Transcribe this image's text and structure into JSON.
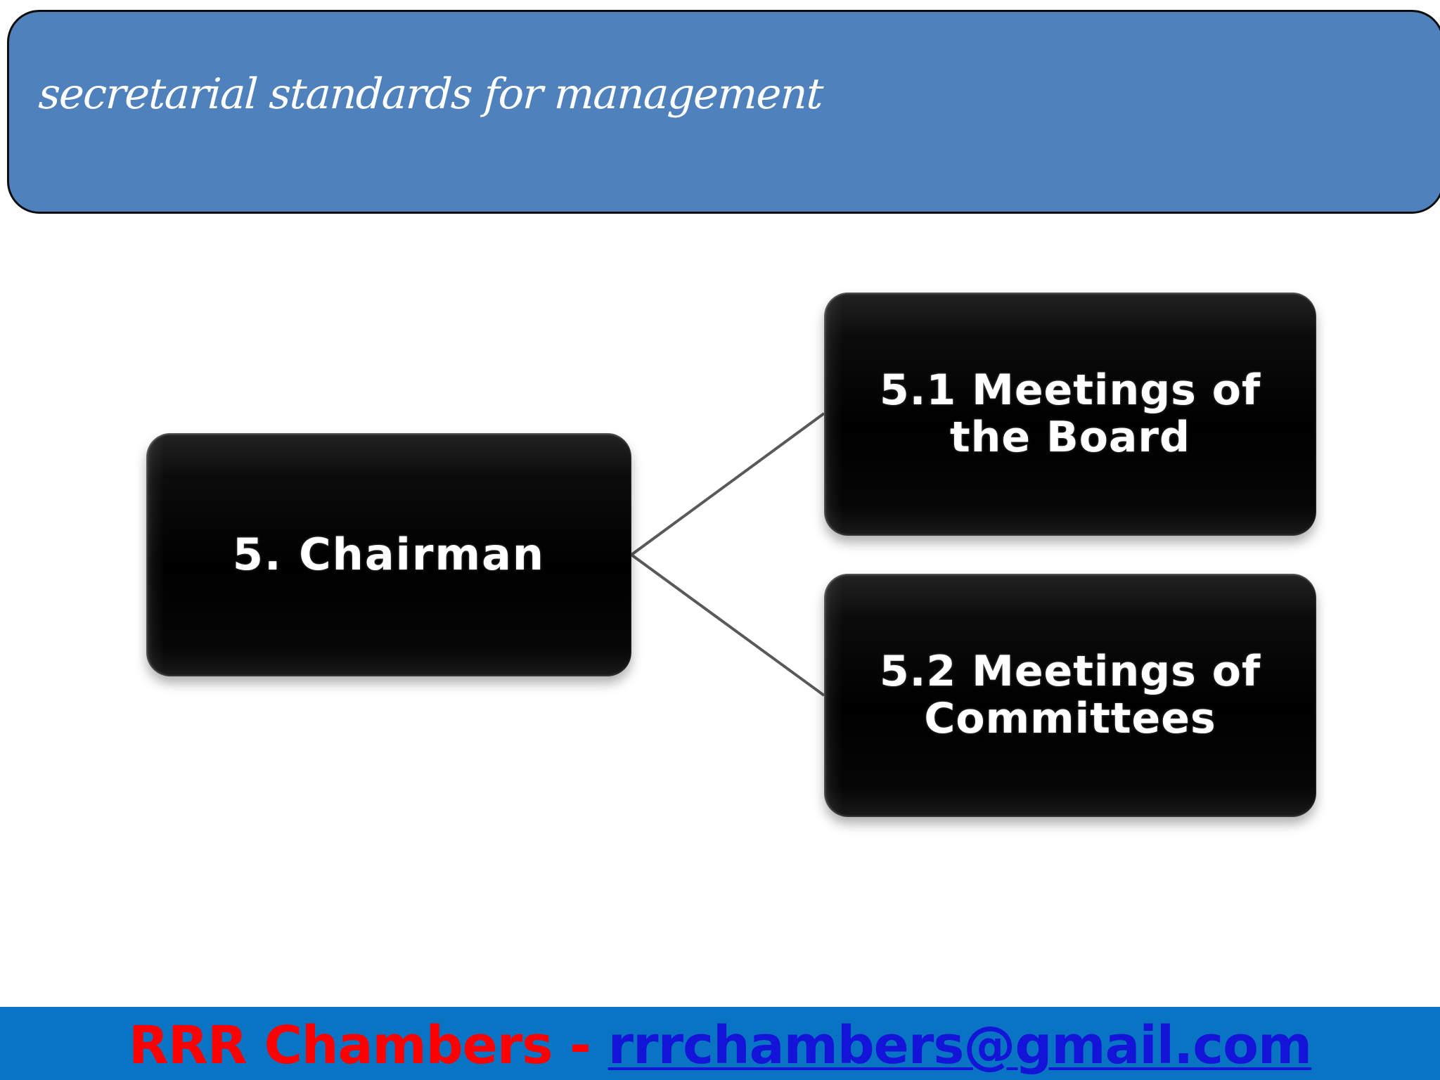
{
  "slide": {
    "background_color": "#FFFFFF",
    "title": {
      "text": "secretarial standards for management",
      "banner_color": "#4F81BD",
      "text_color": "#FFFFFF",
      "border_color": "#0D0D0D"
    },
    "diagram": {
      "type": "org-chart",
      "connector_color": "#595959",
      "node_fill": "#000000",
      "node_text_color": "#FFFFFF",
      "nodes": [
        {
          "id": "root",
          "label": "5. Chairman"
        },
        {
          "id": "child1",
          "label": "5.1 Meetings of\nthe Board"
        },
        {
          "id": "child2",
          "label": "5.2 Meetings of\nCommittees"
        }
      ],
      "edges": [
        {
          "from": "root",
          "to": "child1"
        },
        {
          "from": "root",
          "to": "child2"
        }
      ]
    },
    "footer": {
      "bar_color": "#0A74C4",
      "organization": "RRR Chambers",
      "separator": " - ",
      "email": "rrrchambers@gmail.com",
      "organization_color": "#FF0000",
      "email_color": "#1414D8"
    }
  }
}
